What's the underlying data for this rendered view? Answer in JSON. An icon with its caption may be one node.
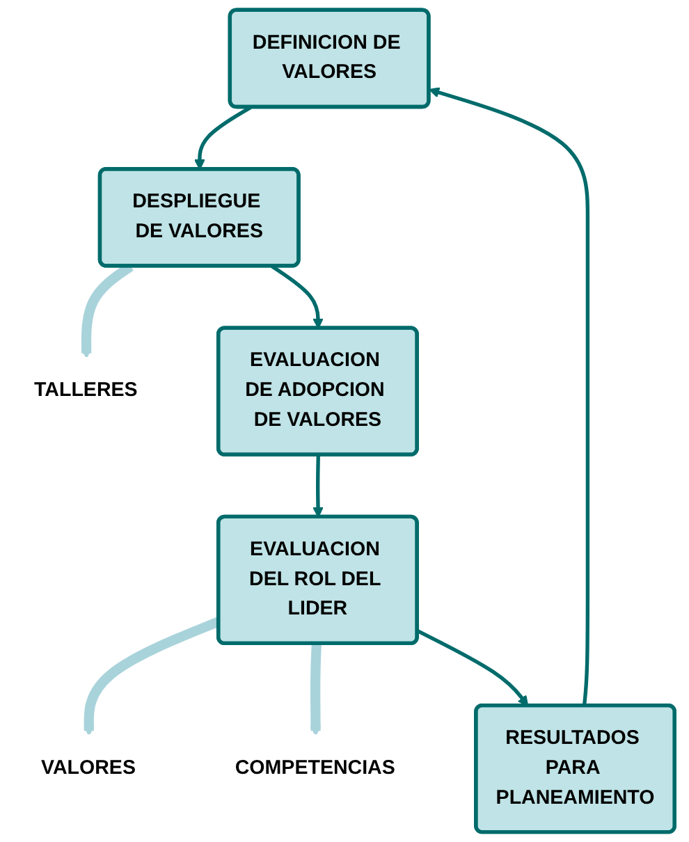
{
  "diagram": {
    "nodes": [
      {
        "text": [
          "DEFINICION DE VALORES"
        ]
      },
      {
        "text": [
          "TALLERES"
        ]
      },
      {
        "text": [
          "DESPLIEGUE DE VALORES"
        ]
      },
      {
        "text": [
          "EVALUACION DE ADOPCION DE VALORES"
        ]
      },
      {
        "text": [
          "VALORES"
        ]
      },
      {
        "text": [
          "EVALUACION DEL ROL DEL LIDER"
        ]
      },
      {
        "text": [
          "COMPETENCIAS"
        ]
      },
      {
        "text": [
          "RESULTADOS PARA PLANEAMIENTO"
        ]
      }
    ],
    "edges": [
      {
        "from": 0,
        "to": 2,
        "arrow": "to"
      },
      {
        "from": 2,
        "to": 1,
        "arrow": "to",
        "style": "thick",
        "color": "#a9d3db"
      },
      {
        "from": 2,
        "to": 3,
        "arrow": "to"
      },
      {
        "from": 3,
        "to": 5,
        "arrow": "to"
      },
      {
        "from": 5,
        "to": 4,
        "arrow": "to",
        "style": "thick",
        "color": "#a9d3db"
      },
      {
        "from": 5,
        "to": 6,
        "arrow": "to",
        "style": "thick",
        "color": "#a9d3db"
      },
      {
        "from": 5,
        "to": 7,
        "arrow": "to"
      },
      {
        "from": 7,
        "to": 0,
        "arrow": "to"
      }
    ]
  }
}
